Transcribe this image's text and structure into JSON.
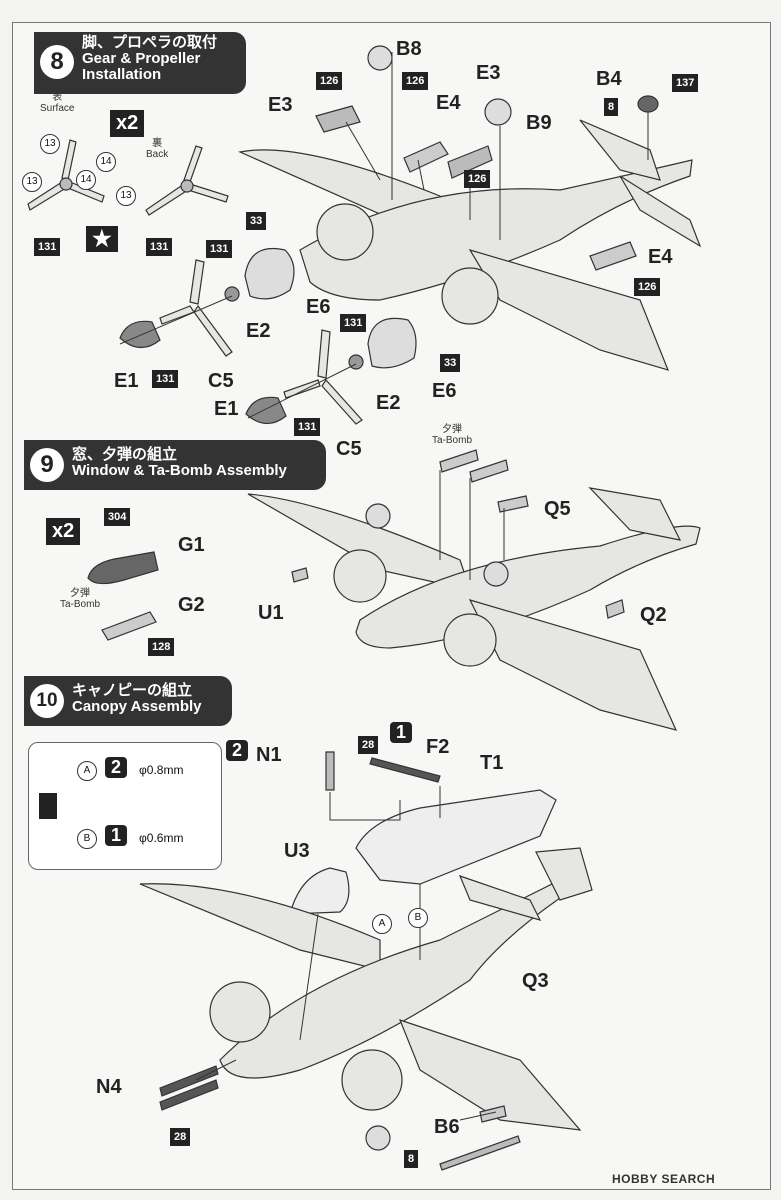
{
  "steps": [
    {
      "num": "8",
      "jp": "脚、プロペラの取付",
      "en1": "Gear & Propeller",
      "en2": "Installation"
    },
    {
      "num": "9",
      "jp": "窓、夕弾の組立",
      "en1": "Window & Ta-Bomb Assembly",
      "en2": ""
    },
    {
      "num": "10",
      "jp": "キャノピーの組立",
      "en1": "Canopy Assembly",
      "en2": ""
    }
  ],
  "step8": {
    "surface_jp": "表",
    "surface_en": "Surface",
    "back_jp": "裏",
    "back_en": "Back",
    "times": "x2",
    "colors": {
      "c13": "13",
      "c14": "14",
      "c131": "131",
      "c126": "126",
      "c137": "137",
      "c8": "8",
      "c33": "33"
    },
    "parts": {
      "B8": "B8",
      "E3a": "E3",
      "E3b": "E3",
      "E4a": "E4",
      "E4b": "E4",
      "B9": "B9",
      "B4": "B4",
      "E6a": "E6",
      "E6b": "E6",
      "E2a": "E2",
      "E2b": "E2",
      "E1a": "E1",
      "E1b": "E1",
      "C5a": "C5",
      "C5b": "C5"
    }
  },
  "step9": {
    "times": "x2",
    "tabomb_jp": "夕弾",
    "tabomb_en": "Ta-Bomb",
    "colors": {
      "c304": "304",
      "c128": "128"
    },
    "parts": {
      "G1": "G1",
      "G2": "G2",
      "Q5": "Q5",
      "U1": "U1",
      "Q2": "Q2"
    }
  },
  "step10": {
    "legend": {
      "a": "A",
      "b": "B",
      "drill2": "2",
      "drill1": "1",
      "d08": "φ0.8mm",
      "d06": "φ0.6mm"
    },
    "colors": {
      "c28a": "28",
      "c28b": "28",
      "c8": "8"
    },
    "parts": {
      "N1": "N1",
      "F2": "F2",
      "T1": "T1",
      "U3": "U3",
      "Q3": "Q3",
      "N4": "N4",
      "B6": "B6",
      "A": "A",
      "B": "B"
    },
    "drill_n1": "2",
    "drill_f2": "1"
  },
  "watermark": "HOBBY SEARCH"
}
